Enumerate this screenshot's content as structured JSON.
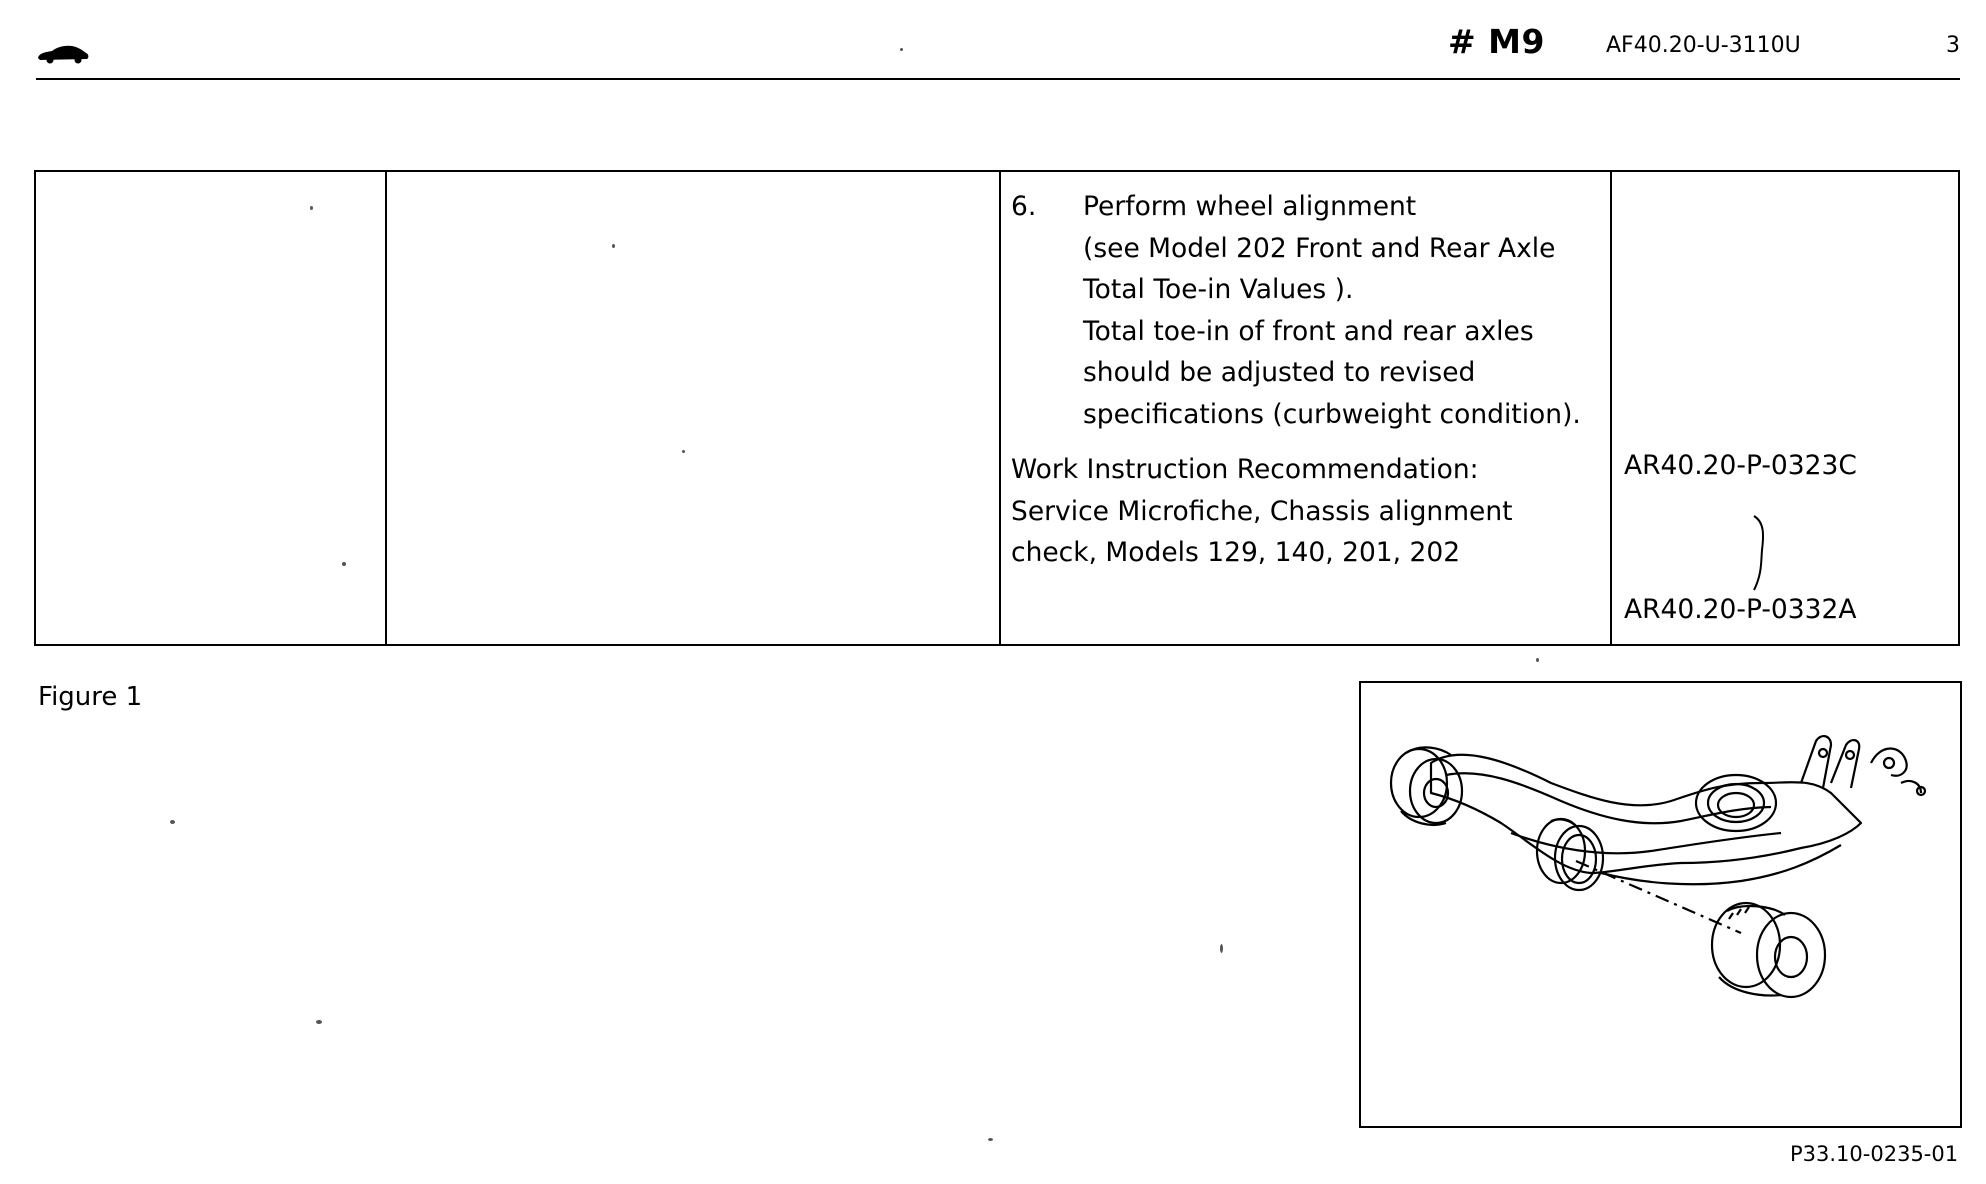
{
  "header": {
    "doc_number": "# M9",
    "doc_code": "AF40.20-U-3110U",
    "page_number": "3",
    "logo_icon": "car-silhouette-icon"
  },
  "procedure": {
    "step_number": "6.",
    "step_lines": [
      "Perform wheel alignment",
      "(see Model 202 Front and Rear Axle",
      "Total Toe-in Values ).",
      "Total toe-in of front and rear axles",
      "should be adjusted to revised",
      "specifications (curbweight condition)."
    ],
    "work_instruction_lines": [
      "Work Instruction Recommendation:",
      "Service Microfiche, Chassis alignment",
      "check, Models 129, 140, 201, 202"
    ],
    "references": [
      "AR40.20-P-0323C",
      "AR40.20-P-0332A"
    ]
  },
  "figure": {
    "label": "Figure 1",
    "code": "P33.10-0235-01",
    "illustration_icon": "control-arm-bushing-illustration"
  }
}
